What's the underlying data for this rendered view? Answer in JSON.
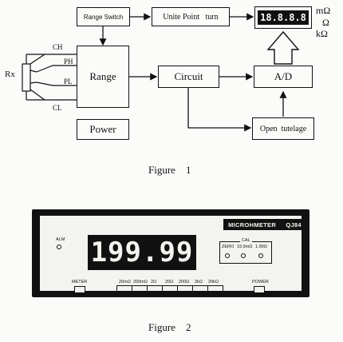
{
  "figure1": {
    "range_switch": "Range Switch",
    "unite_point": "Unite Point   turn",
    "display_digits": "18.8.8.8",
    "units": [
      "mΩ",
      "Ω",
      "kΩ"
    ],
    "rx": "Rx",
    "terminals": {
      "ch": "CH",
      "ph": "PH",
      "pl": "PL",
      "cl": "CL"
    },
    "range": "Range",
    "circuit": "Circuit",
    "ad": "A/D",
    "power": "Power",
    "open_tutelage": "Open  tutelage",
    "caption": "Figure    1"
  },
  "figure2": {
    "brand": "MICROHMETER",
    "model": "QJ84",
    "alm": "ALM",
    "reading": "199.99",
    "cal": "CAL",
    "cal_labels": [
      "ZERO",
      "19.9mΩ",
      "1.99Ω"
    ],
    "meter": "METER",
    "power": "POWER",
    "ranges": [
      "20mΩ",
      "200mΩ",
      "2Ω",
      "20Ω",
      "200Ω",
      "2kΩ",
      "20kΩ"
    ],
    "caption": "Figure    2"
  }
}
